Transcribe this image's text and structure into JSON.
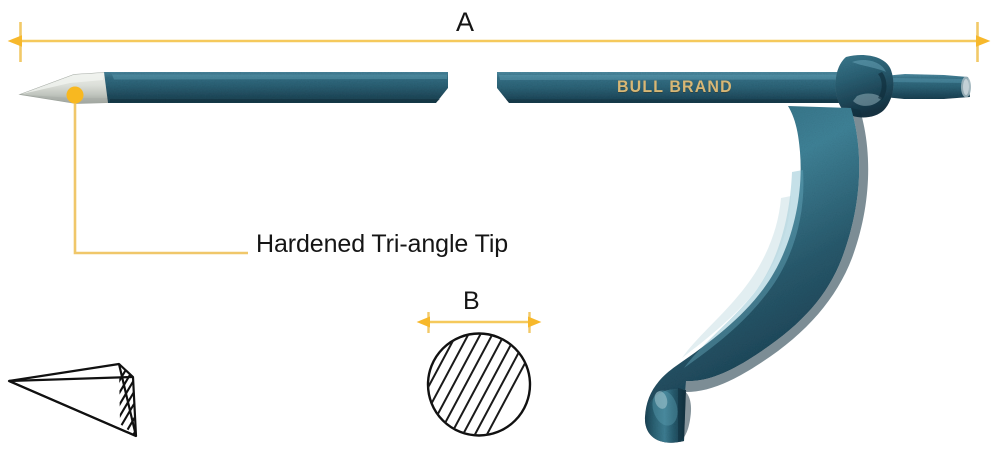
{
  "figure": {
    "title": "Bull Brand Pry Bar / Lining Bar Product Diagram",
    "background_color": "#ffffff"
  },
  "dimensions": {
    "overall_length": {
      "label": "A",
      "name": "overall-length",
      "arrow_color": "#f7b82b",
      "line_color": "#f5c95c",
      "extension_color": "#f2c968"
    },
    "diameter": {
      "label": "B",
      "name": "shaft-diameter",
      "arrow_color": "#f7b82b",
      "line_color": "#f5c95c"
    }
  },
  "callout": {
    "text": "Hardened Tri-angle Tip",
    "dot_color": "#f8b820",
    "leader_color": "#f0c76a",
    "text_color": "#151515"
  },
  "branding": {
    "text": "BULL   BRAND",
    "color": "#d8b775"
  },
  "tool": {
    "name": "pry-bar",
    "shaft_color": "#2e6274",
    "shaft_color_dark": "#1d4353",
    "shaft_color_light": "#4d8ea3",
    "tip_color": "#d9dcd6",
    "tip_color_shadow": "#a9aea8",
    "handle_color": "#27586b",
    "handle_color_light": "#4f93a8",
    "handle_color_dark": "#16394a"
  },
  "cross_section": {
    "name": "circular-cross-section",
    "shape": "circle",
    "hatch_angle_deg": 45,
    "outline_color": "#111111",
    "hatch_color": "#1a1a1a",
    "fill_color": "#ffffff"
  },
  "tip_detail": {
    "name": "triangular-tip-detail",
    "shape": "triangular-pyramid",
    "outline_color": "#111111",
    "hatch_color": "#111111",
    "fill_color": "#ffffff"
  }
}
